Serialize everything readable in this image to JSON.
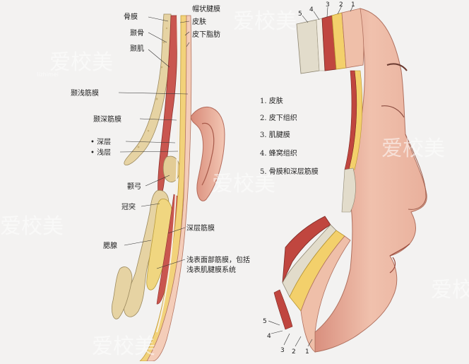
{
  "left_labels": {
    "periosteum": "骨膜",
    "galea": "帽状腱膜",
    "temporal_bone": "颞骨",
    "skin": "皮肤",
    "temporal_muscle": "颞肌",
    "subcutaneous_fat": "皮下脂肪",
    "superficial_temporal_fascia": "颞浅筋膜",
    "deep_temporal_fascia": "颞深筋膜",
    "deep_layer": "• 深层",
    "superficial_layer": "• 浅层",
    "zygomatic_arch": "颧弓",
    "coronoid_process": "冠突",
    "deep_fascia": "深层筋膜",
    "parotid": "腮腺",
    "smas_line1": "浅表面部筋膜，包括",
    "smas_line2": "浅表肌腱膜系统"
  },
  "legend": [
    "1. 皮肤",
    "2. 皮下组织",
    "3. 肌腱膜",
    "4. 蜂窝组织",
    "5. 骨膜和深层筋膜"
  ],
  "layer_numbers": {
    "top": [
      "5",
      "4",
      "3",
      "2",
      "1"
    ],
    "bottom": [
      "5",
      "4",
      "3",
      "2",
      "1"
    ]
  },
  "watermark": {
    "brand": "爱校美",
    "sub": "lizhimei"
  }
}
